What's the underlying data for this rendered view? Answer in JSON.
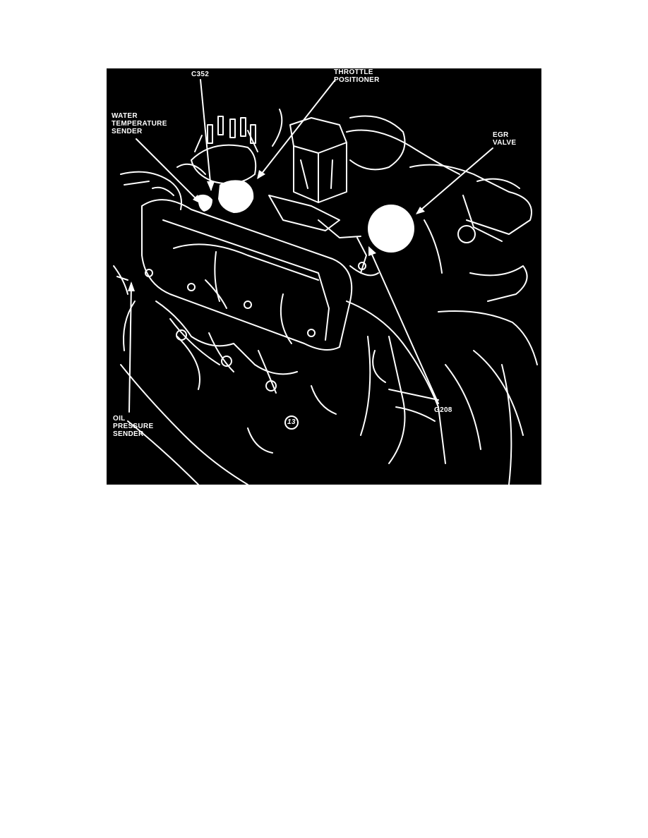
{
  "figure": {
    "background_color": "#000000",
    "line_color": "#ffffff",
    "callouts": {
      "c352": {
        "lines": [
          "C352"
        ]
      },
      "throttle_positioner": {
        "lines": [
          "THROTTLE",
          "POSITIONER"
        ]
      },
      "water_temperature_sender": {
        "lines": [
          "WATER",
          "TEMPERATURE",
          "SENDER"
        ]
      },
      "egr_valve": {
        "lines": [
          "EGR",
          "VALVE"
        ]
      },
      "oil_pressure_sender": {
        "lines": [
          "OIL",
          "PRESSURE",
          "SENDER"
        ]
      },
      "g208": {
        "lines": [
          "G208"
        ]
      }
    },
    "part_number_marker": "13"
  }
}
